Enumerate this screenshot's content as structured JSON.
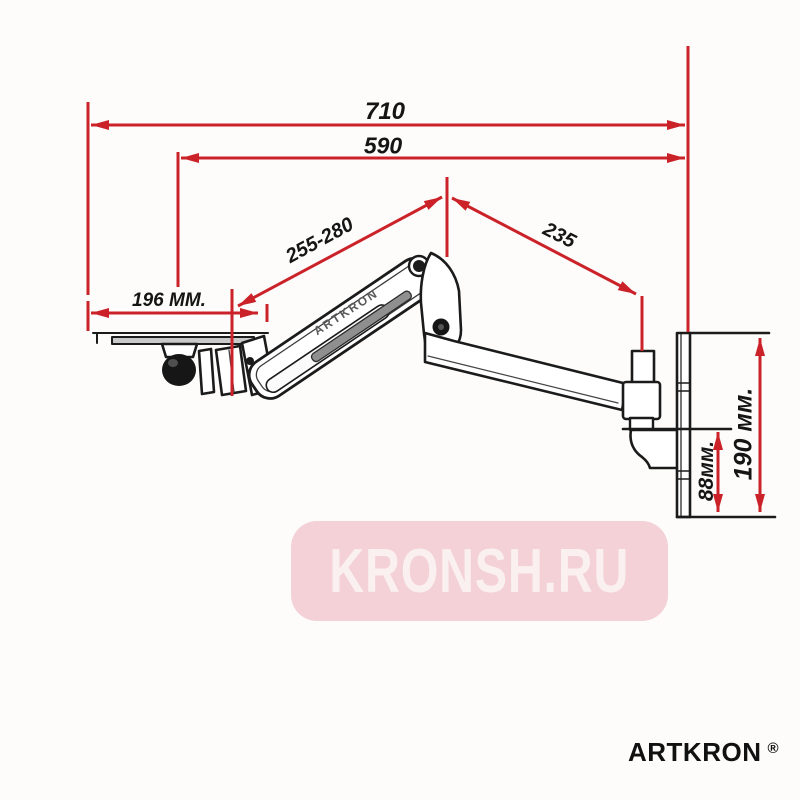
{
  "diagram": {
    "dims": {
      "overall": "710",
      "reach": "590",
      "upper_arm": "255-280",
      "forearm": "235",
      "tray": "196 MM.",
      "plate_lower": "88мм.",
      "plate_full": "190 мм."
    },
    "arm_label": "ARTKRON",
    "colors": {
      "dimension_red": "#cb2229",
      "drawing_black": "#1b1b1b",
      "watermark_bg": "#f3d1d6",
      "watermark_fg": "#faf0ef"
    }
  },
  "watermark": {
    "text": "KRONSH.RU"
  },
  "footer": {
    "brand": "ARTKRON",
    "registered": "®"
  }
}
